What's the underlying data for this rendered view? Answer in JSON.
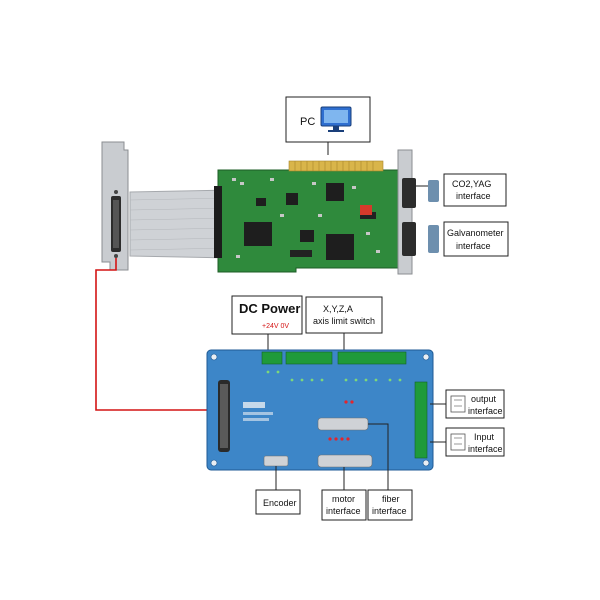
{
  "labels": {
    "pc": "PC",
    "co2_line1": "CO2,YAG",
    "co2_line2": "interface",
    "galvo_line1": "Galvanometer",
    "galvo_line2": "interface",
    "dc_power": "DC Power",
    "dc_voltage": "+24V  0V",
    "limit_line1": "X,Y,Z,A",
    "limit_line2": "axis limit switch",
    "output_line1": "output",
    "output_line2": "interface",
    "input_line1": "Input",
    "input_line2": "interface",
    "encoder": "Encoder",
    "motor_line1": "motor",
    "motor_line2": "interface",
    "fiber_line1": "fiber",
    "fiber_line2": "interface"
  },
  "colors": {
    "pcb_green": "#2f8a3c",
    "board_blue": "#3d86c8",
    "cable_red": "#d41414",
    "terminal_green": "#1f9a3a",
    "bracket_gray": "#c9ccd0"
  }
}
